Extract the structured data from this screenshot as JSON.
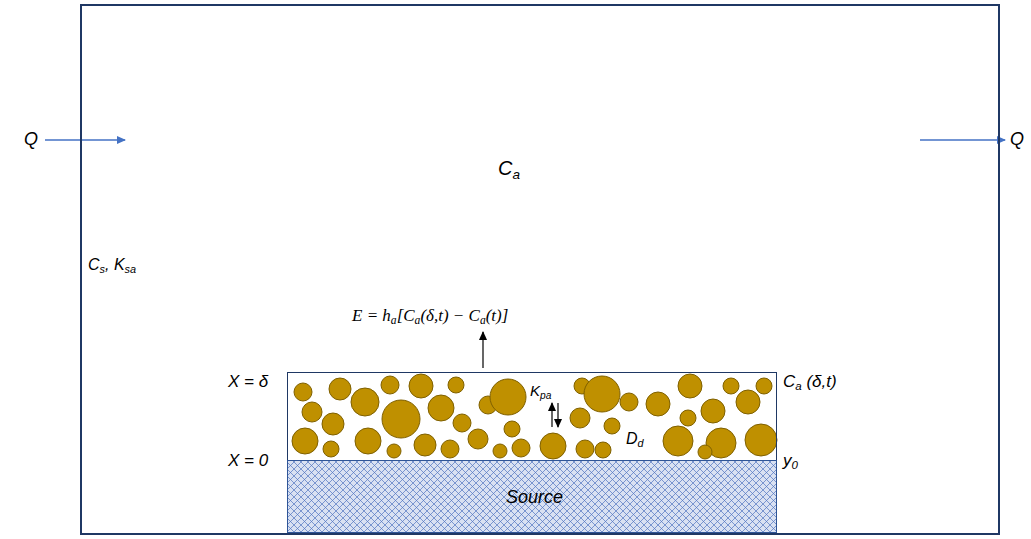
{
  "diagram": {
    "nodes": [
      {
        "text": [
          "Ca",
          "Cs, Ksa"
        ]
      },
      {
        "text": [
          "Kpa",
          "Dd"
        ],
        "in": 0
      },
      {
        "text": [
          "Source"
        ],
        "in": 0
      }
    ],
    "labels": [
      "Q",
      "Q",
      "E = ha[Ca(δ,t) − Ca(t)]",
      "X = δ",
      "X = 0",
      "Ca (δ,t)",
      "y0"
    ]
  }
}
